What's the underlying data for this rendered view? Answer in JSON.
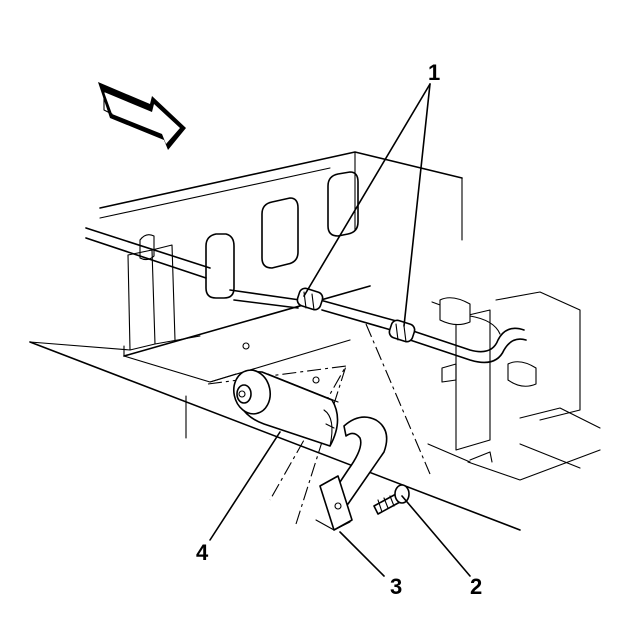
{
  "callouts": {
    "c1": "1",
    "c2": "2",
    "c3": "3",
    "c4": "4"
  },
  "colors": {
    "ink": "#000000",
    "paper": "#ffffff"
  },
  "icons": {
    "direction_arrow": "forward-arrow-icon"
  }
}
